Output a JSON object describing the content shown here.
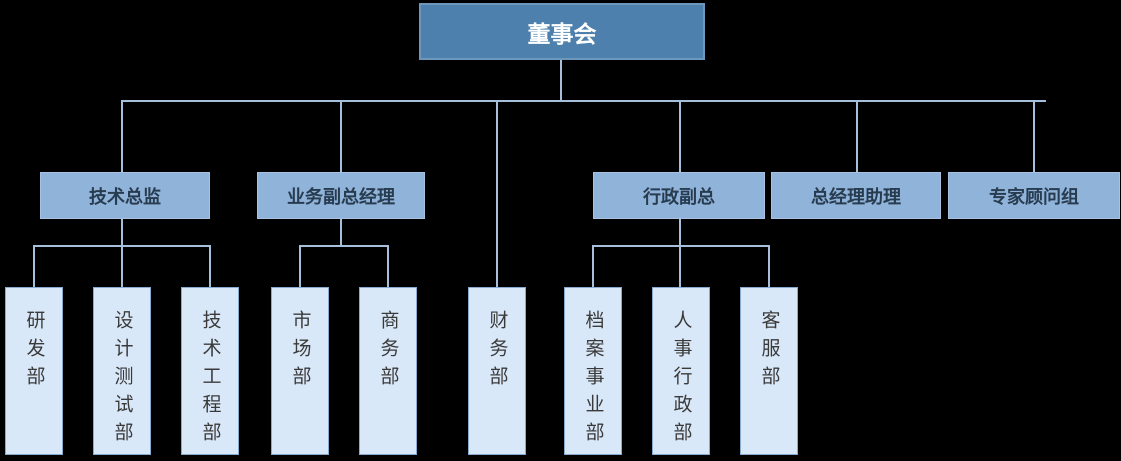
{
  "org_chart": {
    "root": {
      "label": "董事会"
    },
    "managers": [
      {
        "label": "技术总监",
        "reports": [
          "研发部",
          "设计测试部",
          "技术工程部"
        ]
      },
      {
        "label": "业务副总经理",
        "reports": [
          "市场部",
          "商务部"
        ]
      },
      {
        "label": "行政副总",
        "reports": [
          "档案事业部",
          "人事行政部",
          "客服部"
        ]
      },
      {
        "label": "总经理助理",
        "reports": []
      },
      {
        "label": "专家顾问组",
        "reports": []
      }
    ],
    "root_direct_departments": [
      "财务部"
    ],
    "departments": [
      {
        "label": "研发部"
      },
      {
        "label": "设计测试部"
      },
      {
        "label": "技术工程部"
      },
      {
        "label": "市场部"
      },
      {
        "label": "商务部"
      },
      {
        "label": "财务部"
      },
      {
        "label": "档案事业部"
      },
      {
        "label": "人事行政部"
      },
      {
        "label": "客服部"
      }
    ],
    "colors": {
      "root_fill": "#4D80AD",
      "root_border": "#6E97BC",
      "root_text": "#FFFFFF",
      "manager_fill": "#90B3DA",
      "manager_text": "#283C50",
      "department_fill": "#D9E8F8",
      "department_border": "#88AACE",
      "department_text": "#3A3A3A",
      "connector": "#A6C0DC",
      "background": "#000000"
    }
  }
}
